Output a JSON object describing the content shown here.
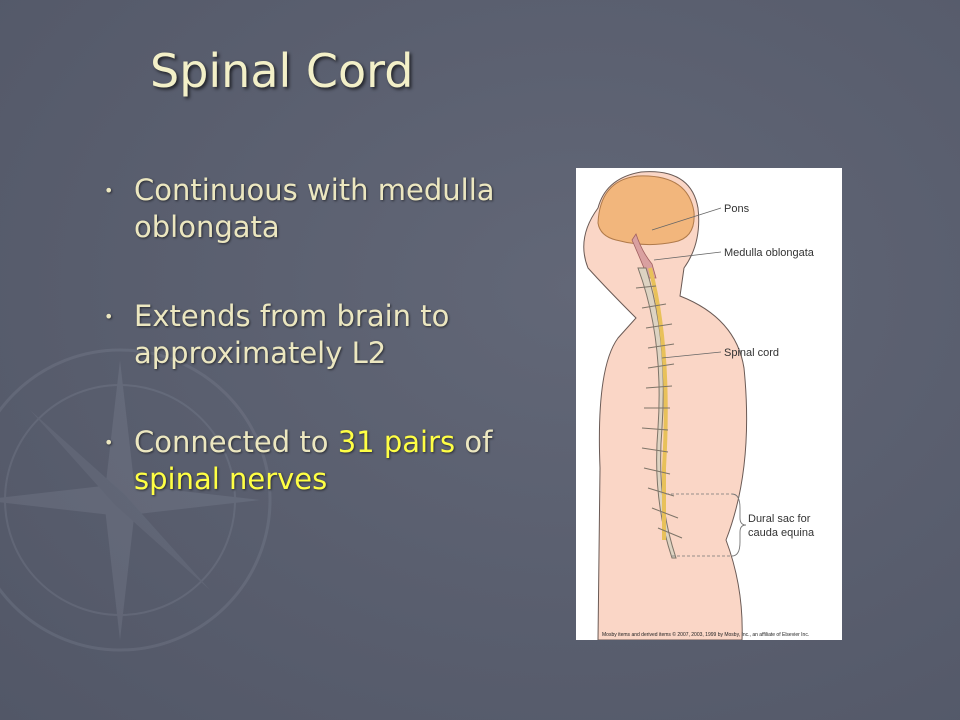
{
  "slide": {
    "title": "Spinal Cord",
    "bullets": [
      {
        "parts": [
          "Continuous with",
          " medulla oblongata"
        ]
      },
      {
        "parts": [
          "Extends from brain to",
          " approximately L2"
        ]
      },
      {
        "parts": [
          "Connected to ",
          "31 pairs",
          " of ",
          "spinal nerves"
        ]
      }
    ]
  },
  "figure": {
    "labels": {
      "pons": "Pons",
      "medulla": "Medulla oblongata",
      "spinal_cord": "Spinal cord",
      "dural_sac_line1": "Dural sac for",
      "dural_sac_line2": "cauda equina"
    },
    "credit": "Mosby items and derived items © 2007, 2003, 1999 by Mosby, Inc., an affiliate of Elsevier Inc."
  },
  "colors": {
    "highlight": "#ffff44",
    "title": "#f3f0c8",
    "body": "#ece7c0"
  },
  "icons": {
    "bullet": "•"
  }
}
